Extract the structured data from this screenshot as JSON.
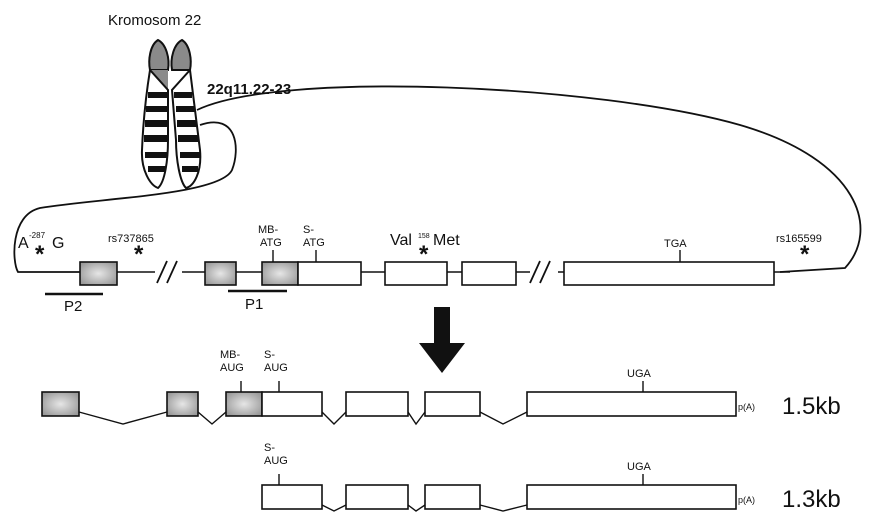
{
  "chromosome": {
    "title": "Kromosom 22",
    "band": "22q11.22-23"
  },
  "gene": {
    "snp_left_ref": "A",
    "snp_left_pos": "-287",
    "snp_left_alt": "G",
    "snp_rs1": "rs737865",
    "mb_atg": [
      "MB-",
      "ATG"
    ],
    "s_atg": [
      "S-",
      "ATG"
    ],
    "val_met_left": "Val",
    "val_met_pos": "158",
    "val_met_right": "Met",
    "tga": "TGA",
    "snp_rs2": "rs165599",
    "promoter1": "P1",
    "promoter2": "P2"
  },
  "transcript_long": {
    "mb_aug": [
      "MB-",
      "AUG"
    ],
    "s_aug": [
      "S-",
      "AUG"
    ],
    "uga": "UGA",
    "polya": "p(A)",
    "size": "1.5kb"
  },
  "transcript_short": {
    "s_aug": [
      "S-",
      "AUG"
    ],
    "uga": "UGA",
    "polya": "p(A)",
    "size": "1.3kb"
  },
  "colors": {
    "line": "#111111",
    "exon_fill": "#ffffff",
    "utr_fill": "#c9c9c9",
    "centromere": "#8a8a8a"
  }
}
